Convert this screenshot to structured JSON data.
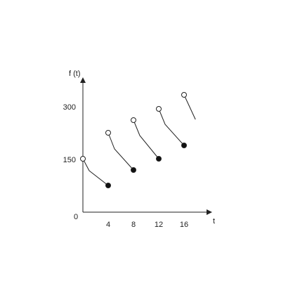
{
  "chart_data": {
    "type": "line",
    "ylabel": "f (t)",
    "xlabel": "t",
    "origin_label": "0",
    "xticks": [
      "4",
      "8",
      "12",
      "16"
    ],
    "yticks": [
      "150",
      "300"
    ],
    "xlim": [
      0,
      20
    ],
    "ylim": [
      0,
      380
    ],
    "segments": [
      {
        "points": [
          [
            0,
            152
          ],
          [
            1,
            118
          ],
          [
            4,
            76
          ]
        ],
        "start": "open",
        "end": "filled"
      },
      {
        "points": [
          [
            4,
            226
          ],
          [
            5,
            180
          ],
          [
            8,
            120
          ]
        ],
        "start": "open",
        "end": "filled"
      },
      {
        "points": [
          [
            8,
            262
          ],
          [
            9,
            218
          ],
          [
            12,
            152
          ]
        ],
        "start": "open",
        "end": "filled"
      },
      {
        "points": [
          [
            12,
            294
          ],
          [
            13,
            250
          ],
          [
            16,
            190
          ]
        ],
        "start": "open",
        "end": "filled"
      },
      {
        "points": [
          [
            16,
            334
          ],
          [
            17.8,
            264
          ]
        ],
        "start": "open",
        "end": "none"
      }
    ]
  }
}
